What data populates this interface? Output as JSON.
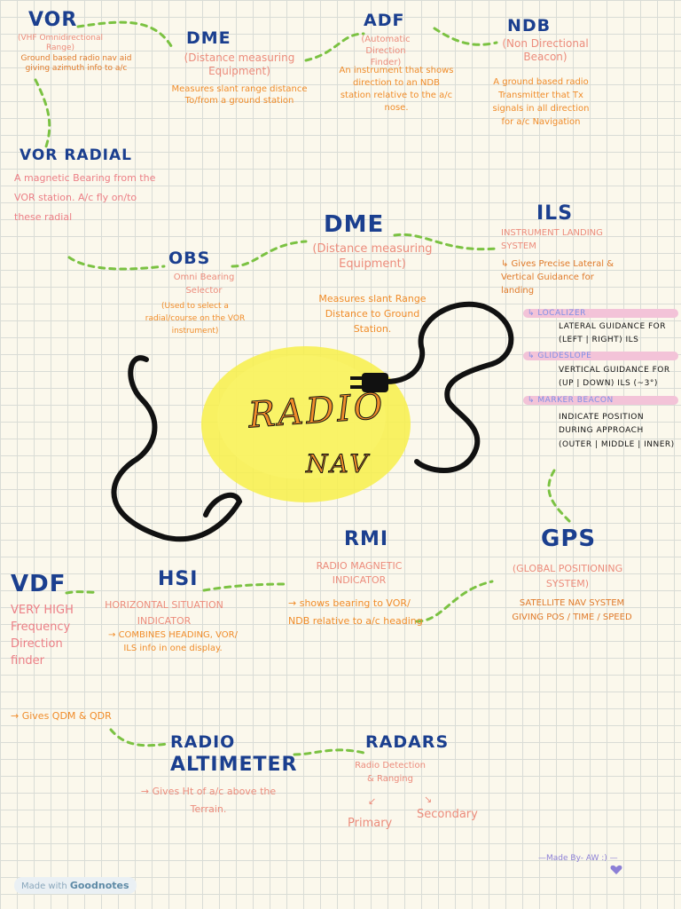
{
  "vor": {
    "title": "VOR",
    "subtitle": "(VHF Omnidirectional Range)",
    "desc": "Ground based radio nav aid giving azimuth info to a/c"
  },
  "dme_top": {
    "title": "DME",
    "subtitle": "(Distance measuring Equipment)",
    "desc": "Measures slant range distance To/from a ground station"
  },
  "adf": {
    "title": "ADF",
    "subtitle": "(Automatic Direction Finder)",
    "desc": "An instrument that shows direction to an NDB station relative to the a/c nose."
  },
  "ndb": {
    "title": "NDB",
    "subtitle": "(Non Directional Beacon)",
    "desc": "A ground based radio Transmitter that Tx signals in all direction for a/c Navigation"
  },
  "vor_radial": {
    "title": "VOR RADIAL",
    "desc": "A magnetic Bearing from the VOR station. A/c fly on/to these radial"
  },
  "obs": {
    "title": "OBS",
    "subtitle": "Omni Bearing Selector",
    "desc": "(Used to select a radial/course on the VOR instrument)"
  },
  "dme_mid": {
    "title": "DME",
    "subtitle": "(Distance measuring Equipment)",
    "desc": "Measures slant Range Distance to Ground Station."
  },
  "ils": {
    "title": "ILS",
    "subtitle": "INSTRUMENT LANDING SYSTEM",
    "desc": "↳ Gives Precise Lateral & Vertical Guidance for landing",
    "items": [
      {
        "label": "↳ LOCALIZER",
        "text1": "LATERAL GUIDANCE FOR",
        "text2": "(LEFT | RIGHT)   ILS"
      },
      {
        "label": "↳ GLIDESLOPE",
        "text1": "VERTICAL GUIDANCE FOR",
        "text2": "(UP | DOWN)    ILS (~3°)"
      },
      {
        "label": "↳ MARKER BEACON",
        "text1": "INDICATE POSITION",
        "text2": "DURING APPROACH",
        "text3": "(OUTER | MIDDLE | INNER)"
      }
    ]
  },
  "center": {
    "line1": "RADIO",
    "line2": "NAV"
  },
  "rmi": {
    "title": "RMI",
    "subtitle": "RADIO MAGNETIC INDICATOR",
    "desc": "→ shows bearing to VOR/ NDB relative to a/c heading"
  },
  "gps": {
    "title": "GPS",
    "subtitle": "(GLOBAL POSITIONING SYSTEM)",
    "desc": "SATELLITE NAV SYSTEM GIVING POS / TIME / SPEED"
  },
  "vdf": {
    "title": "VDF",
    "desc": "VERY HIGH Frequency Direction finder",
    "note": "→ Gives QDM & QDR"
  },
  "hsi": {
    "title": "HSI",
    "subtitle": "HORIZONTAL SITUATION INDICATOR",
    "desc": "→ COMBINES HEADING, VOR/ ILS info in one display."
  },
  "radio_alt": {
    "title1": "RADIO",
    "title2": "ALTIMETER",
    "desc": "→ Gives Ht of a/c above the Terrain."
  },
  "radars": {
    "title": "RADARS",
    "subtitle": "Radio Detection & Ranging",
    "primary": "Primary",
    "secondary": "Secondary"
  },
  "credit": "—Made By- AW :) —",
  "badge": {
    "prefix": "Made with",
    "brand": "Goodnotes"
  },
  "colors": {
    "heading": "#1b3f8f",
    "connector": "#7bc242",
    "highlight": "#f7f04a",
    "subtitle": "#ec8c7c",
    "desc": "#f08c2a"
  }
}
